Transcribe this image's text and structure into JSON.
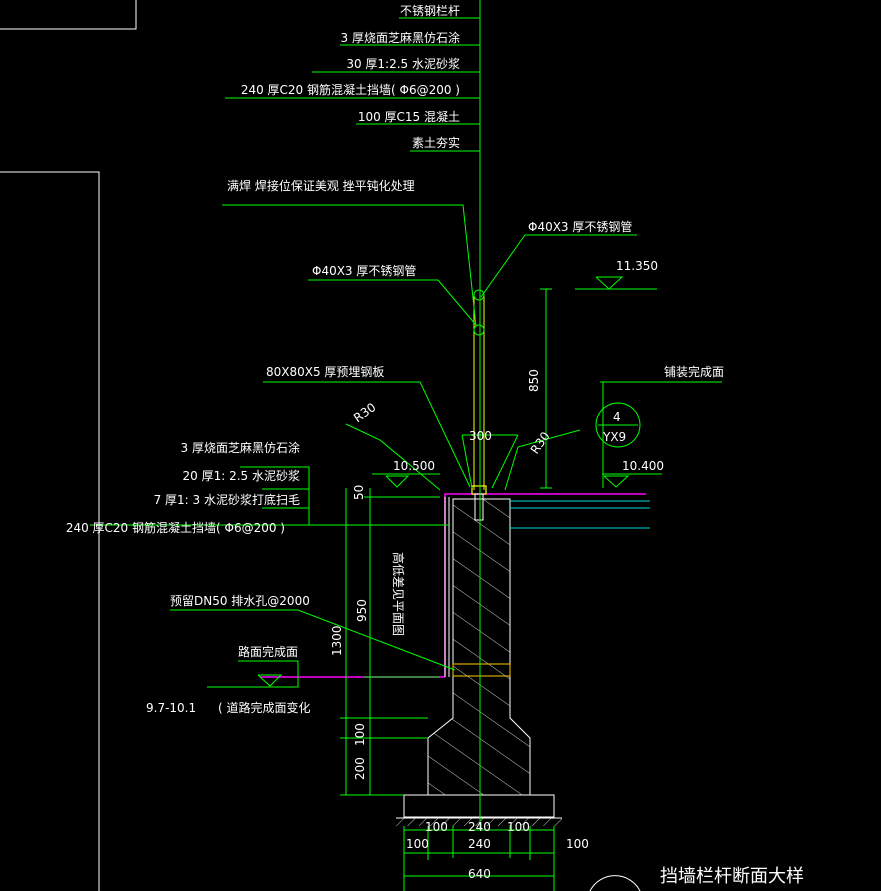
{
  "layers": {
    "green": "#00ff00",
    "white": "#ffffff",
    "magenta": "#ff00ff",
    "cyan": "#00d8d8",
    "yellow": "#ffff00"
  },
  "top_callout": [
    "不锈钢栏杆",
    "3 厚烧面芝麻黑仿石涂",
    "30  厚1:2.5   水泥砂浆",
    "240  厚C20  钢筋混凝土挡墙( Φ6@200   )",
    "100  厚C15  混凝土",
    "素土夯实"
  ],
  "notes": {
    "weld": "满焊 焊接位保证美观 挫平钝化处理",
    "pipe_right": "Φ40X3   厚不锈钢管",
    "pipe_left": "Φ40X3   厚不锈钢管",
    "plate": "80X80X5     厚预埋钢板",
    "paving": "铺装完成面",
    "drain": "预留DN50   排水孔@2000",
    "road": "路面完成面",
    "road_range": "9.7-10.1",
    "road_change": "( 道路完成面变化"
  },
  "left_callout": [
    "3 厚烧面芝麻黑仿石涂",
    "20  厚1:  2.5  水泥砂浆",
    "7 厚1:  3 水泥砂浆打底扫毛",
    "240   厚C20   钢筋混凝土挡墙( Φ6@200   )"
  ],
  "elevations": {
    "top": "11.350",
    "left": "10.500",
    "right": "10.400"
  },
  "radius": {
    "left": "R30",
    "right": "R30"
  },
  "dims": {
    "h850": "850",
    "w300": "300",
    "h50": "50",
    "h950": "950",
    "h1300": "1300",
    "h100": "100",
    "h200": "200",
    "b100a": "100",
    "b240": "240",
    "b100b": "100",
    "c100a": "100",
    "c240": "240",
    "c100b": "100",
    "total": "640"
  },
  "wall_note": "高低差见平面图",
  "detail_ref": {
    "num": "4",
    "sheet": "YX9"
  },
  "drawing_title": "挡墙栏杆断面大样"
}
